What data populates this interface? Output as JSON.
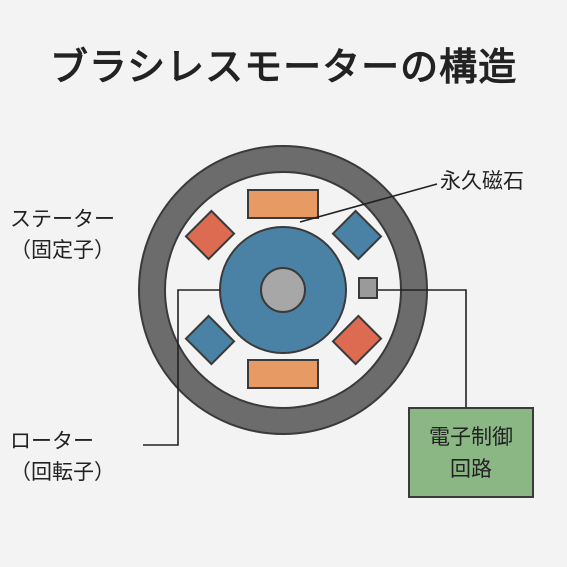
{
  "title": "ブラシレスモーターの構造",
  "labels": {
    "stator_line1": "ステーター",
    "stator_line2": "（固定子）",
    "rotor_line1": "ローター",
    "rotor_line2": "（回転子）",
    "magnet": "永久磁石",
    "controller_line1": "電子制御",
    "controller_line2": "回路"
  },
  "colors": {
    "background": "#f3f3f3",
    "stator_ring": "#6b6c6b",
    "rotor": "#4a82a6",
    "shaft": "#a6a7a6",
    "magnet_orange": "#e89a64",
    "magnet_red": "#dd6b52",
    "magnet_blue": "#4a82a6",
    "sensor": "#9a9a9a",
    "controller": "#8bb785"
  }
}
